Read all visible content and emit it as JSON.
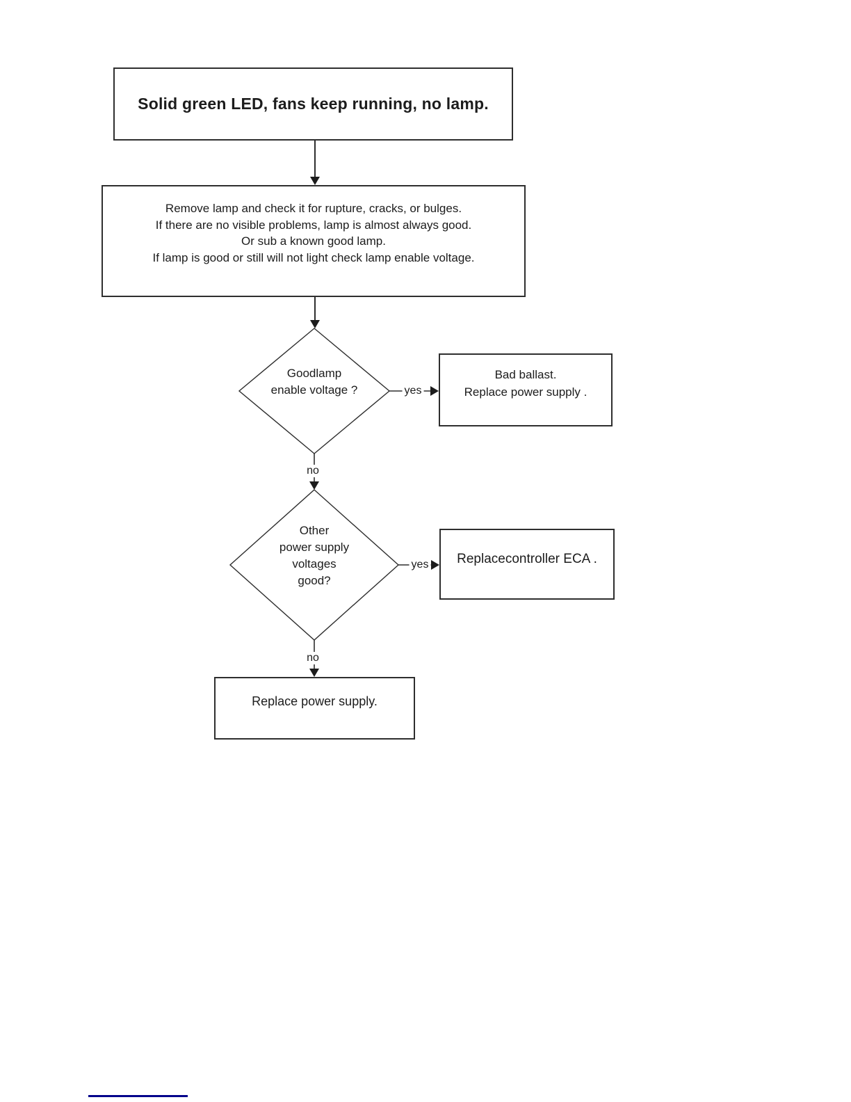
{
  "diagram": {
    "title": "Solid green LED, fans keep running, no lamp.",
    "nodes": {
      "start": {
        "text": "Solid green LED, fans keep running, no lamp."
      },
      "check": {
        "lines": [
          "Remove lamp  and check it for rupture, cracks, or bulges.",
          "If there are no visible problems, lamp is almost always good.",
          "Or sub a known good lamp.",
          "If lamp is good or still will not light check lamp enable voltage."
        ]
      },
      "decision_lamp": {
        "lines": [
          "Goodlamp",
          "enable voltage ?"
        ]
      },
      "bad_ballast": {
        "lines": [
          "Bad ballast.",
          "Replace power supply ."
        ]
      },
      "decision_psu": {
        "lines": [
          "Other",
          "power supply",
          "voltages",
          "good?"
        ]
      },
      "replace_controller": {
        "text": "Replacecontroller ECA ."
      },
      "replace_psu": {
        "text": "Replace power supply."
      }
    },
    "edge_labels": {
      "lamp_yes": "yes",
      "lamp_no": "no",
      "psu_yes": "yes",
      "psu_no": "no"
    },
    "colors": {
      "line": "#2e2e2e",
      "text": "#1c1c1c",
      "background": "#ffffff",
      "footer_divider": "#00008b"
    }
  }
}
